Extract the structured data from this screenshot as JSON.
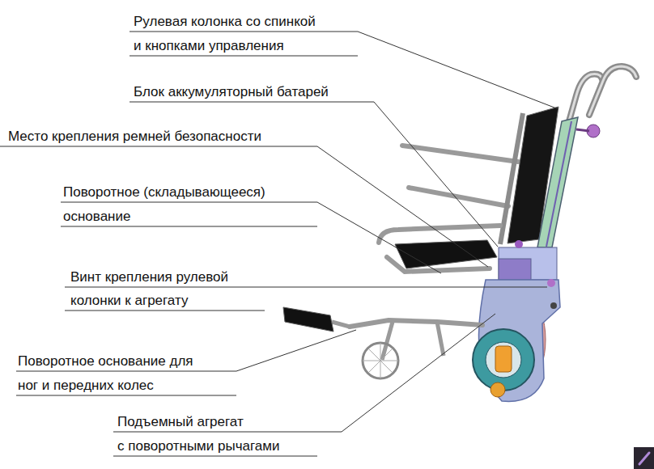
{
  "diagram": {
    "labels": [
      "Рулевая колонка со спинкой и кнопками управления",
      "Блок аккумуляторный батарей",
      "Место крепления ремней безопасности",
      "Поворотное (складывающееся) основание",
      "Винт крепления рулевой колонки к агрегату",
      "Поворотное основание для ног и передних колес",
      "Подъемный агрегат с поворотными рычагами"
    ]
  }
}
